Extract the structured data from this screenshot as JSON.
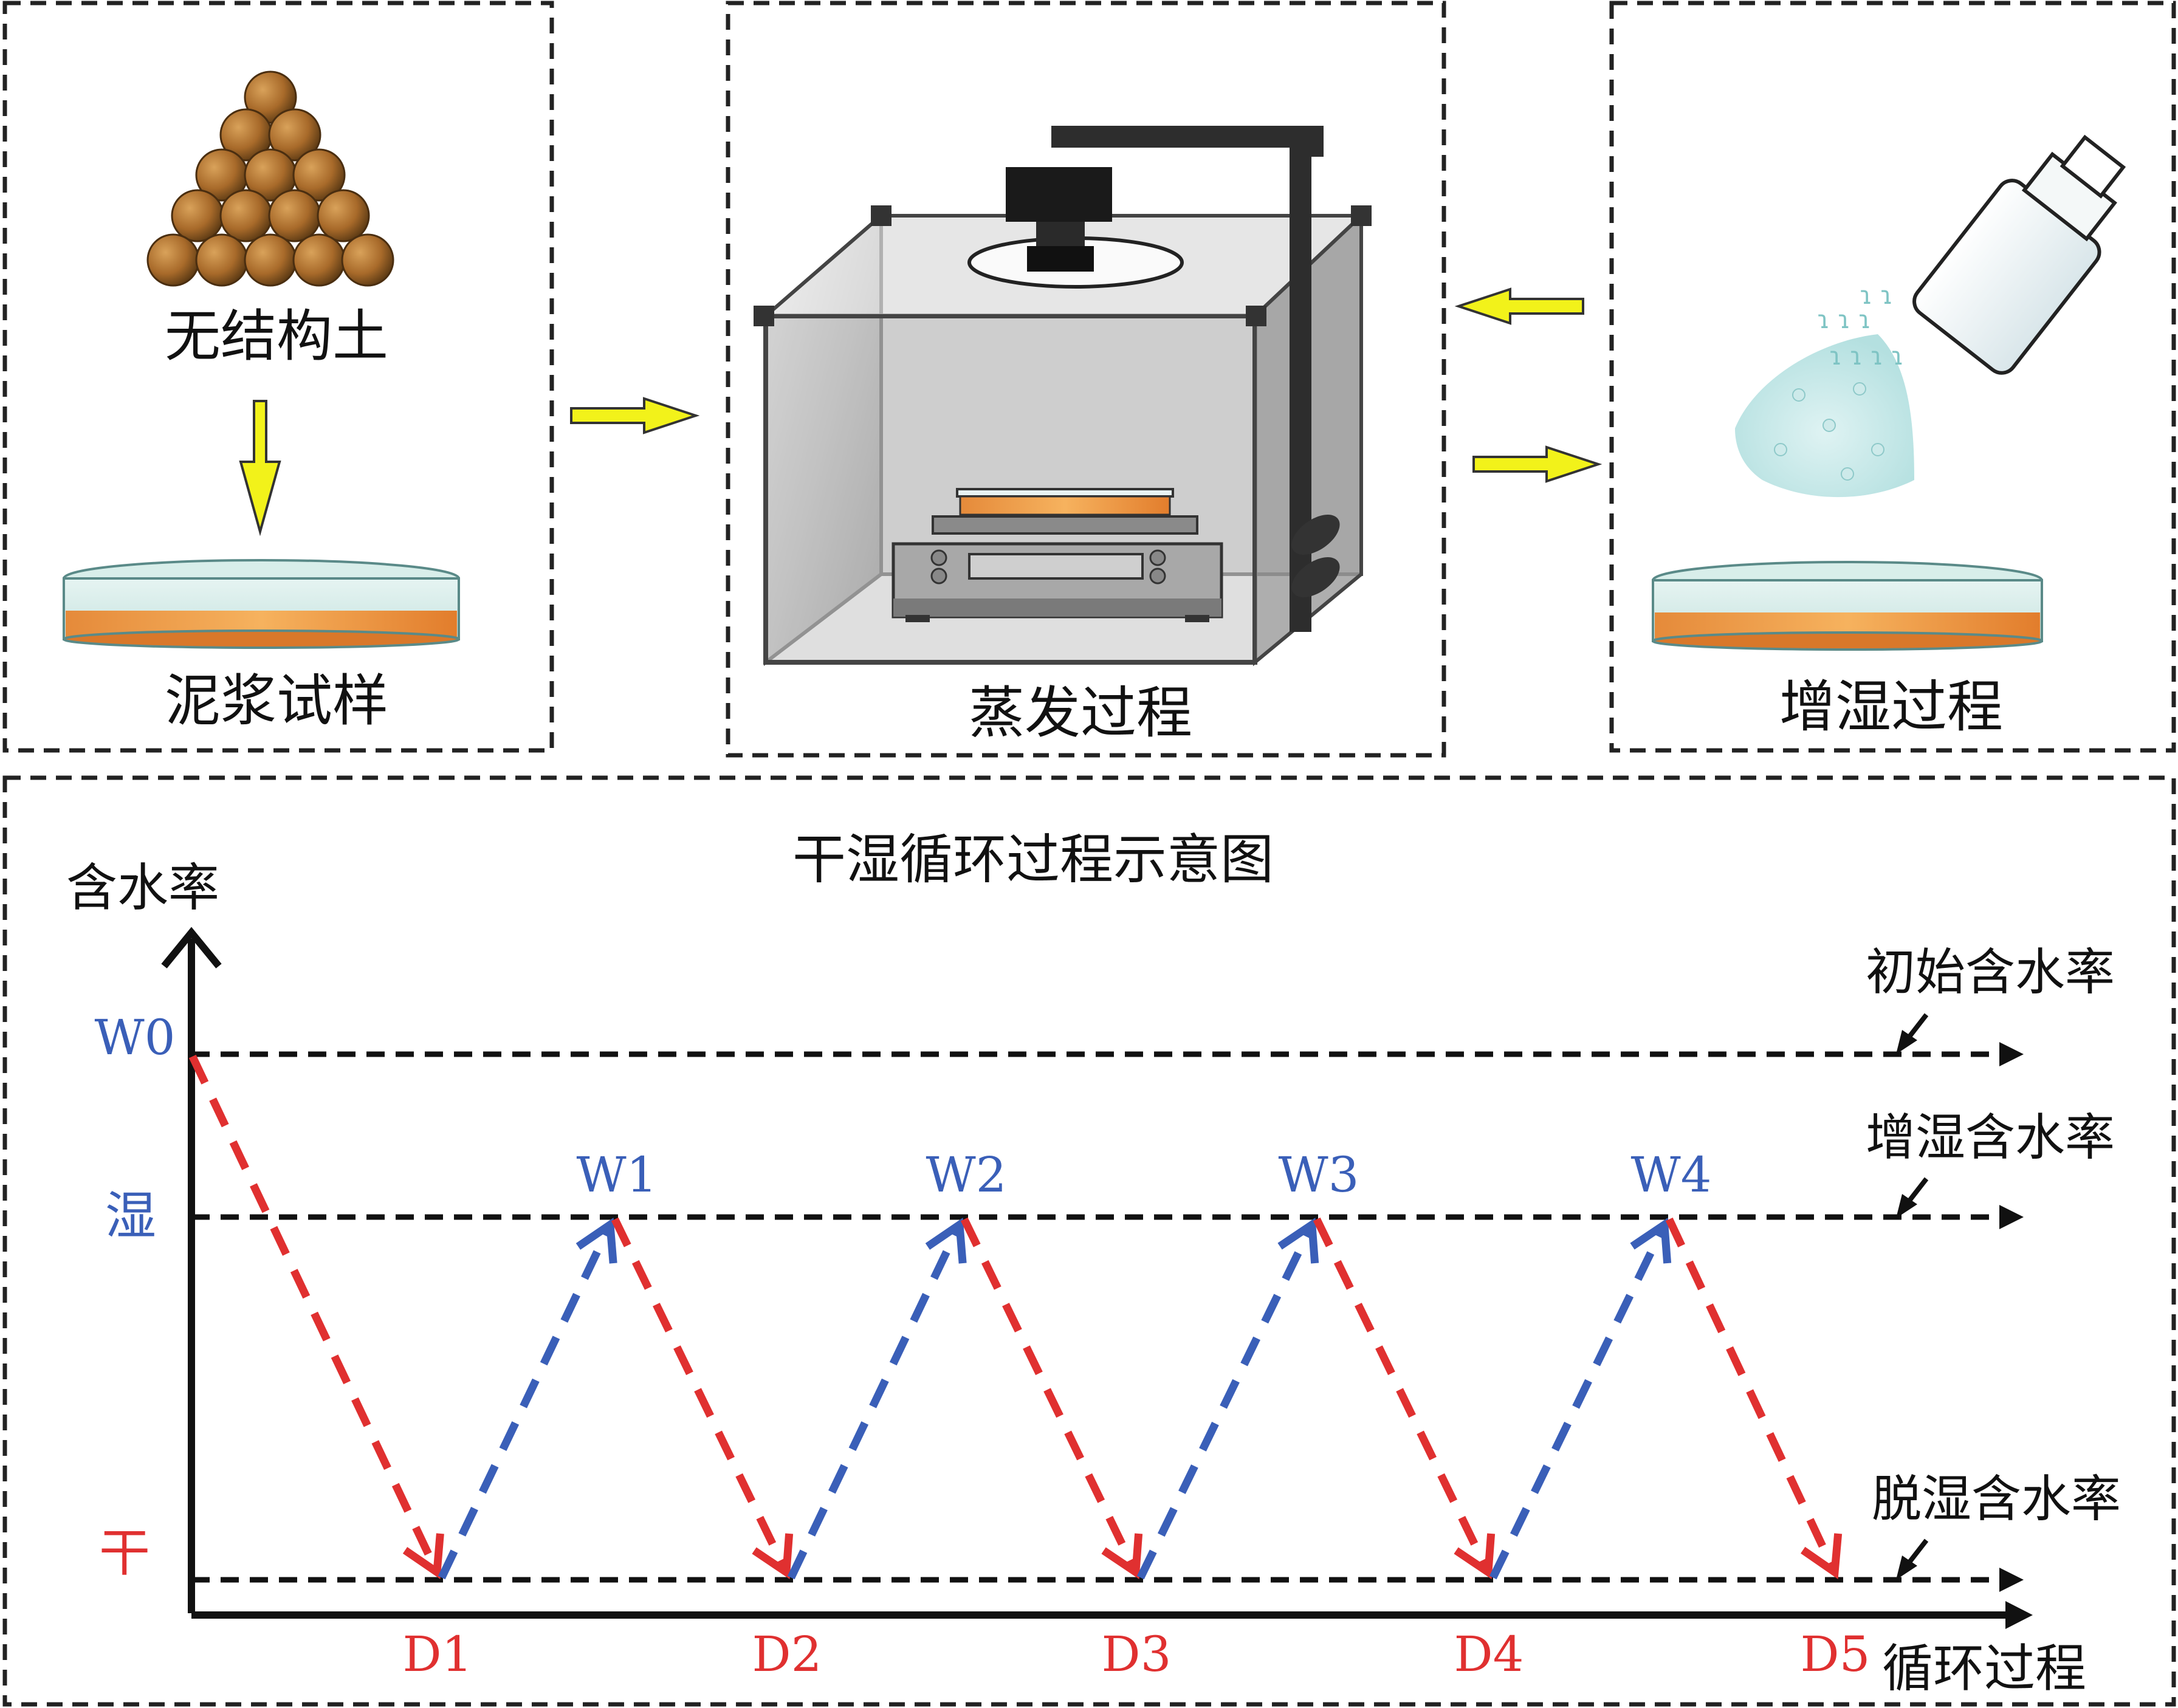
{
  "panels": {
    "sample_prep": {
      "soil_label": "无结构土",
      "slurry_label": "泥浆试样"
    },
    "evaporation": {
      "label": "蒸发过程"
    },
    "humidification": {
      "label": "增湿过程"
    }
  },
  "cycle_diagram": {
    "title": "干湿循环过程示意图",
    "y_axis_label": "含水率",
    "x_axis_label": "循环过程",
    "y_levels": {
      "w0": "W0",
      "wet": "湿",
      "dry": "干"
    },
    "line_labels": {
      "initial": "初始含水率",
      "wetting": "增湿含水率",
      "drying": "脱湿含水率"
    },
    "peaks": [
      "W1",
      "W2",
      "W3",
      "W4"
    ],
    "troughs": [
      "D1",
      "D2",
      "D3",
      "D4",
      "D5"
    ],
    "colors": {
      "drying": "#e03030",
      "wetting": "#3a5fb8",
      "axis": "#111111",
      "arrow_fill": "#f2f21a"
    }
  }
}
